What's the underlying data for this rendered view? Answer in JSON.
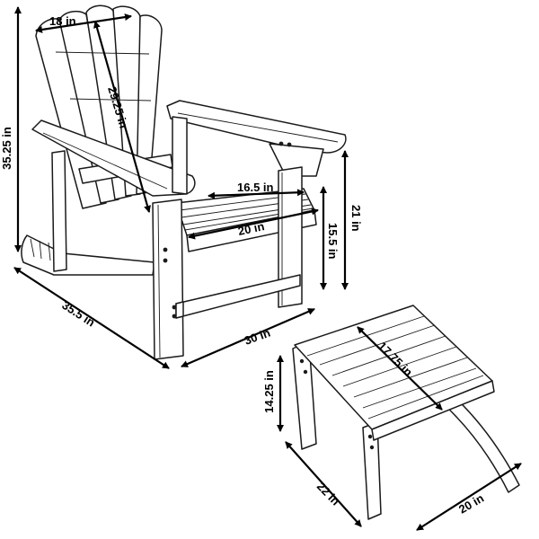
{
  "dimensions": {
    "chair_back_width": "18 in",
    "chair_back_height": "29.25 in",
    "chair_total_height": "35.25 in",
    "chair_arm_height": "21 in",
    "chair_seat_depth": "16.5 in",
    "chair_seat_width": "20 in",
    "chair_seat_height": "15.5 in",
    "chair_depth": "35.5 in",
    "chair_width": "30 in",
    "ottoman_length": "17.75 in",
    "ottoman_height": "14.25 in",
    "ottoman_depth": "22 in",
    "ottoman_width": "20 in"
  }
}
